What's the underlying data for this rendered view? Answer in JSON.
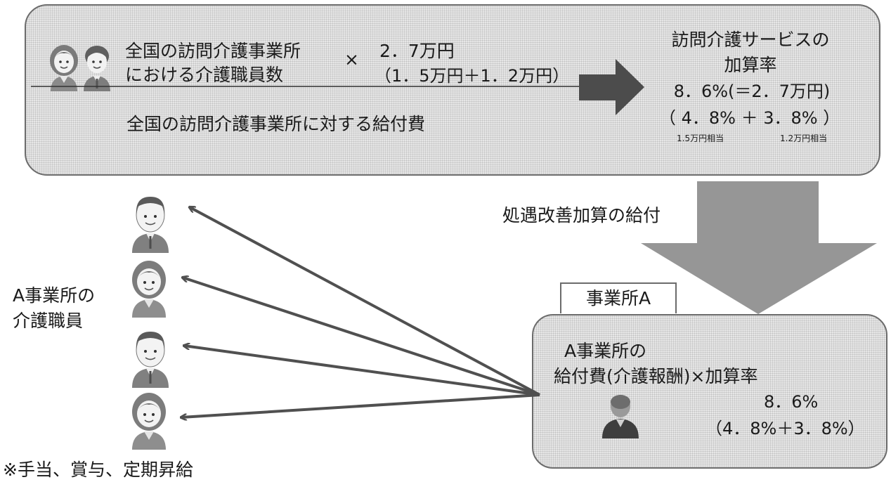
{
  "formula": {
    "numerator_line1": "全国の訪問介護事業所",
    "numerator_line2": "における介護職員数",
    "times": "×",
    "amount": "2．7万円",
    "amount_breakdown": "（1．5万円＋1．2万円）",
    "denominator": "全国の訪問介護事業所に対する給付費"
  },
  "result": {
    "title_line1": "訪問介護サービスの",
    "title_line2": "加算率",
    "rate": "8．6%(＝2．7万円)",
    "breakdown": "（ 4．8%  ＋ 3．8%  ）",
    "note_left": "1.5万円相当",
    "note_right": "1.2万円相当"
  },
  "flow_label": "処遇改善加算の給付",
  "office": {
    "tab_label": "事業所A",
    "line1": "A事業所の",
    "line2": "給付費(介護報酬)×加算率",
    "rate": "8．6%",
    "breakdown": "（4．8%＋3．8%）"
  },
  "staff_label_line1": "A事業所の",
  "staff_label_line2": "介護職員",
  "footer_partial": "※手当、賞与、定期昇給"
}
